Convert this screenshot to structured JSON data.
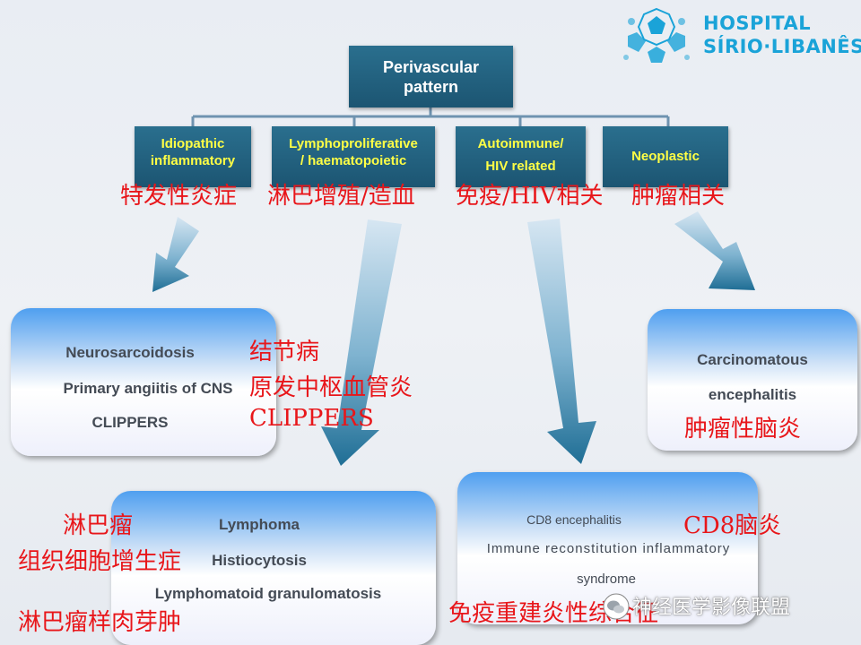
{
  "logo": {
    "line1": "HOSPITAL",
    "line2": "SÍRIO·LIBANÊS",
    "color": "#1aa3d8"
  },
  "root": {
    "line1": "Perivascular",
    "line2": "pattern"
  },
  "categories": [
    {
      "line1": "Idiopathic",
      "line2": "inflammatory",
      "cn": "特发性炎症"
    },
    {
      "line1": "Lymphoproliferative",
      "line2": "/ haematopoietic",
      "cn": "淋巴增殖/造血"
    },
    {
      "line1": "Autoimmune/",
      "line2": "HIV related",
      "cn": "免疫/HIV相关"
    },
    {
      "line1": "Neoplastic",
      "line2": "",
      "cn": "肿瘤相关"
    }
  ],
  "box_inflammatory": {
    "items": [
      "Neurosarcoidosis",
      "Primary angiitis of CNS",
      "CLIPPERS"
    ],
    "cn": [
      "结节病",
      "原发中枢血管炎",
      "CLIPPERS"
    ]
  },
  "box_neoplastic": {
    "items": [
      "Carcinomatous",
      "encephalitis"
    ],
    "cn": [
      "肿瘤性脑炎"
    ]
  },
  "box_lymphoma": {
    "items": [
      "Lymphoma",
      "Histiocytosis",
      "Lymphomatoid granulomatosis"
    ],
    "cn": [
      "淋巴瘤",
      "组织细胞增生症",
      "淋巴瘤样肉芽肿"
    ]
  },
  "box_autoimmune": {
    "items": [
      "CD8 encephalitis",
      "Immune reconstitution inflammatory",
      "syndrome"
    ],
    "cn": [
      "CD8脑炎",
      "免疫重建炎性综合征"
    ]
  },
  "watermark": "神经医学影像联盟",
  "colors": {
    "box_dark": "#1c5572",
    "label_yellow": "#ffff45",
    "cn_red": "#e8161a"
  }
}
